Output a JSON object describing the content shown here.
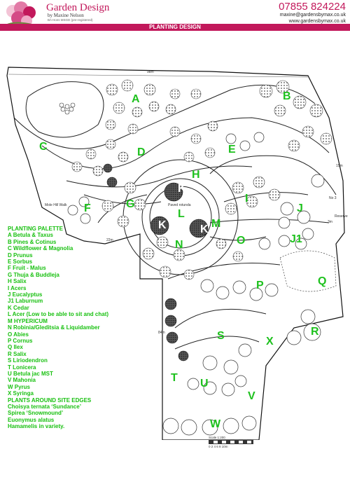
{
  "header": {
    "brand": "Garden Design",
    "byline": "by Maxine Nelson",
    "tagline": "BA Hons MSGD (pre-registered)",
    "phone": "07855 824224",
    "email": "maxine@gardensbymax.co.uk",
    "website": "www.gardensbymax.co.uk",
    "section_title": "PLANTING DESIGN"
  },
  "colors": {
    "brand": "#c2185b",
    "label_green": "#1ec11e"
  },
  "plan": {
    "dimension_top": "98m",
    "dimension_left_lower": "22m",
    "dimension_mid_lower": "84m",
    "dimension_right": "15m",
    "right_note": "No 3",
    "left_note": "Mole Hill Walk",
    "right_note2": "Reserve",
    "rotunda_label": "Paved rotunda",
    "right_edge": "3m",
    "zone_labels": [
      "A",
      "B",
      "C",
      "D",
      "E",
      "F",
      "G",
      "H",
      "I",
      "J",
      "J1",
      "K",
      "K",
      "K",
      "L",
      "M",
      "N",
      "O",
      "P",
      "Q",
      "R",
      "S",
      "T",
      "U",
      "V",
      "W",
      "X"
    ]
  },
  "palette": {
    "title": "PLANTING PALETTE",
    "items": [
      "A  Betula & Taxus",
      "B  Pines & Cotinus",
      "C  Wildflower & Magnolia",
      "D  Prunus",
      "E  Sorbus",
      "F  Fruit - Malus",
      "G  Thuja & Buddleja",
      "H  Salix",
      "I   Acers",
      "J   Eucalyptus",
      "J1 Laburnum",
      "K  Cedar",
      "L   Acer (Low to be able to sit and chat)",
      "M  HYPERICUM",
      "N  Robinia/Gleditsia & Liquidamber",
      "O  Abies",
      "P  Cornus",
      "Q  Ilex",
      "R  Salix",
      "S  Liriodendron",
      "T  Lonicera",
      "U  Betula jac MST",
      "V  Mahonia",
      "W  Pyrus",
      "X  Syringa"
    ],
    "edges_title": "PLANTS AROUND SITE EDGES",
    "edges": [
      "Choisya ternata ‘Sundance’",
      "Spirea ‘Snowmound’",
      "Euonymus alatus",
      "Hamamelis in variety."
    ]
  },
  "scale": {
    "label": "Scale 1:200",
    "ticks": "0   2   4   6   8   10m"
  }
}
